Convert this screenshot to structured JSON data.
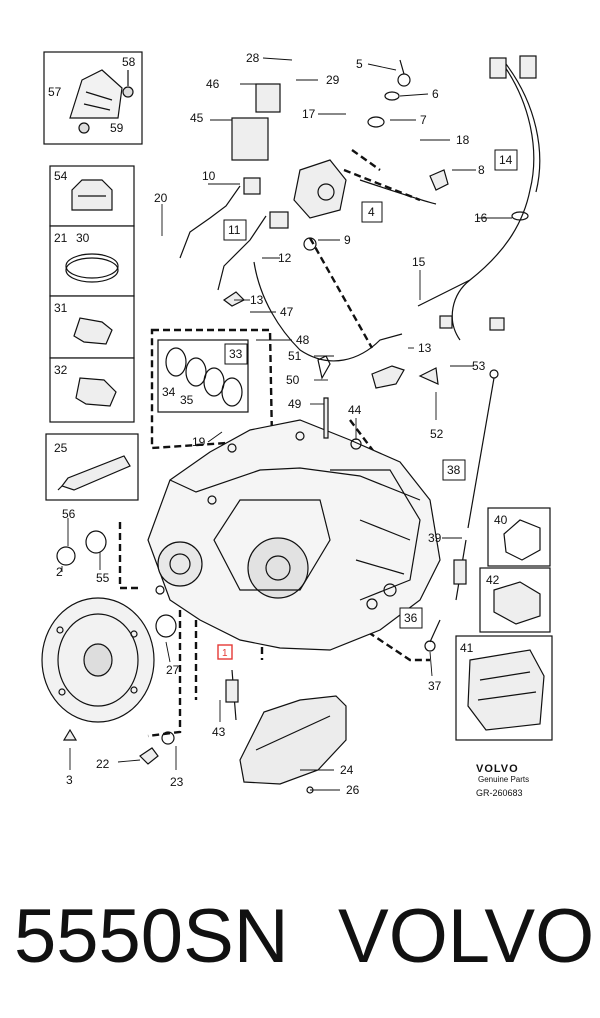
{
  "callouts": [
    {
      "id": "c1",
      "text": "28"
    },
    {
      "id": "c2",
      "text": "46"
    },
    {
      "id": "c3",
      "text": "29"
    },
    {
      "id": "c4",
      "text": "45"
    },
    {
      "id": "c5",
      "text": "17"
    },
    {
      "id": "c6",
      "text": "5"
    },
    {
      "id": "c7",
      "text": "6"
    },
    {
      "id": "c8",
      "text": "7"
    },
    {
      "id": "c9",
      "text": "18"
    },
    {
      "id": "c10",
      "text": "8"
    },
    {
      "id": "c11",
      "text": "10"
    },
    {
      "id": "c12",
      "text": "20"
    },
    {
      "id": "c13",
      "text": "9"
    },
    {
      "id": "c14",
      "text": "12"
    },
    {
      "id": "c15",
      "text": "16"
    },
    {
      "id": "c16",
      "text": "15"
    },
    {
      "id": "c17",
      "text": "13"
    },
    {
      "id": "c18",
      "text": "47"
    },
    {
      "id": "c19",
      "text": "48"
    },
    {
      "id": "c20",
      "text": "51"
    },
    {
      "id": "c21",
      "text": "13"
    },
    {
      "id": "c22",
      "text": "50"
    },
    {
      "id": "c23",
      "text": "53"
    },
    {
      "id": "c24",
      "text": "49"
    },
    {
      "id": "c25",
      "text": "44"
    },
    {
      "id": "c26",
      "text": "52"
    },
    {
      "id": "c27",
      "text": "19"
    },
    {
      "id": "c28",
      "text": "56"
    },
    {
      "id": "c29",
      "text": "2"
    },
    {
      "id": "c30",
      "text": "55"
    },
    {
      "id": "c31",
      "text": "39"
    },
    {
      "id": "c32",
      "text": "1"
    },
    {
      "id": "c33",
      "text": "27"
    },
    {
      "id": "c34",
      "text": "43"
    },
    {
      "id": "c35",
      "text": "37"
    },
    {
      "id": "c36",
      "text": "22"
    },
    {
      "id": "c37",
      "text": "23"
    },
    {
      "id": "c38",
      "text": "3"
    },
    {
      "id": "c39",
      "text": "24"
    },
    {
      "id": "c40",
      "text": "26"
    }
  ],
  "boxed_labels": [
    {
      "id": "b1",
      "text": "4"
    },
    {
      "id": "b2",
      "text": "11"
    },
    {
      "id": "b3",
      "text": "14"
    },
    {
      "id": "b4",
      "text": "33"
    },
    {
      "id": "b5",
      "text": "38"
    },
    {
      "id": "b6",
      "text": "36"
    },
    {
      "id": "b7",
      "text": "40"
    },
    {
      "id": "b8",
      "text": "42"
    },
    {
      "id": "b9",
      "text": "41"
    }
  ],
  "inset_labels": {
    "inset57": {
      "a": "57",
      "b": "58",
      "c": "59"
    },
    "inset54": {
      "a": "54"
    },
    "inset21": {
      "a": "21",
      "b": "30"
    },
    "inset31": {
      "a": "31"
    },
    "inset32": {
      "a": "32"
    },
    "inset25": {
      "a": "25"
    },
    "inset33": {
      "a": "34",
      "b": "35"
    }
  },
  "brand_block": {
    "brand": "VOLVO",
    "sub": "Genuine Parts",
    "ref": "GR-260683"
  },
  "footer": {
    "part_number": "5550SN",
    "brand_name": "VOLVO"
  },
  "colors": {
    "ink": "#111111",
    "highlight": "#e53935"
  }
}
